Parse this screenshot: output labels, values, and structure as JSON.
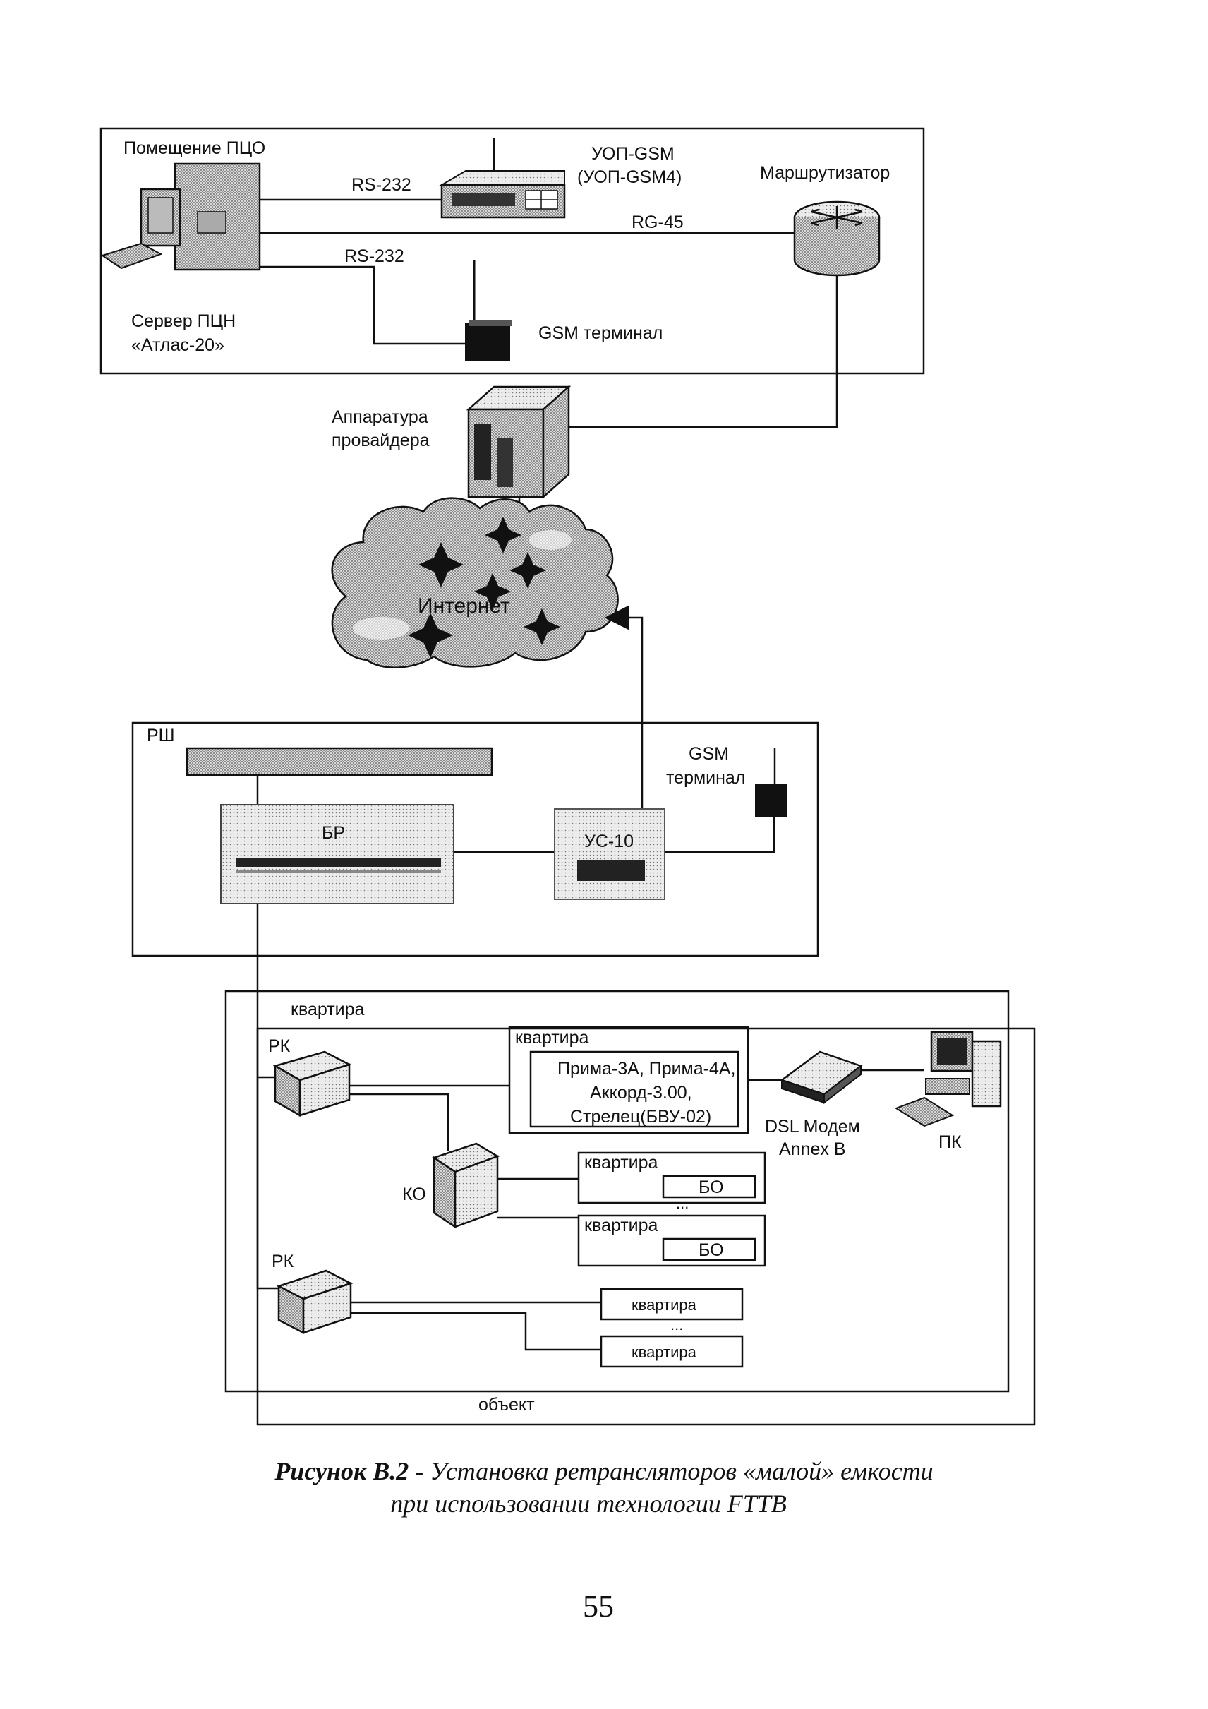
{
  "pco_room": {
    "title": "Помещение ПЦО",
    "server_label_line1": "Сервер ПЦН",
    "server_label_line2": "«Атлас-20»",
    "link_rs232_top": "RS-232",
    "link_rs232_bottom": "RS-232",
    "link_rg45": "RG-45",
    "uop_gsm_line1": "УОП-GSM",
    "uop_gsm_line2": "(УОП-GSM4)",
    "router_label": "Маршрутизатор",
    "gsm_terminal_label": "GSM терминал"
  },
  "provider": {
    "label_line1": "Аппаратура",
    "label_line2": "провайдера"
  },
  "internet": {
    "label": "Интернет"
  },
  "rsh": {
    "title": "РШ",
    "br_label": "БР",
    "us10_label": "УС-10",
    "gsm_terminal_line1": "GSM",
    "gsm_terminal_line2": "терминал"
  },
  "building": {
    "title_apartment": "квартира",
    "rk_top": "РК",
    "rk_bottom": "РК",
    "ko_label": "КО",
    "apartment_devices": {
      "title": "квартира",
      "lines": [
        "Прима-3А, Прима-4А,",
        "Аккорд-3.00,",
        "Стрелец(БВУ-02)"
      ]
    },
    "dsl_modem_line1": "DSL Модем",
    "dsl_modem_line2": "Annex B",
    "pc_label": "ПК",
    "ko_apartments": [
      {
        "title": "квартира",
        "bo": "БО"
      },
      {
        "title": "квартира",
        "bo": "БО"
      }
    ],
    "ko_ellipsis": "...",
    "rk_apartments": [
      "квартира",
      "квартира"
    ],
    "rk_ellipsis": "...",
    "object_label": "объект"
  },
  "caption": {
    "bold": "Рисунок В.2",
    "dash": " - ",
    "line1": "Установка ретрансляторов «малой» емкости",
    "line2": "при использовании технологии FTTB"
  },
  "page_number": "55"
}
